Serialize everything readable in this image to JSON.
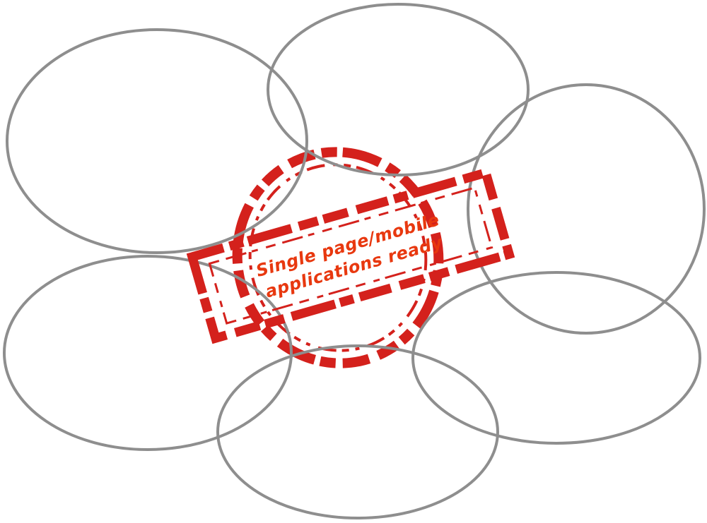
{
  "diagram": {
    "ellipses": [
      {
        "id": "ellipse-top-left"
      },
      {
        "id": "ellipse-top-center"
      },
      {
        "id": "ellipse-right"
      },
      {
        "id": "ellipse-bottom-left"
      },
      {
        "id": "ellipse-bottom-center"
      },
      {
        "id": "ellipse-bottom-right"
      }
    ],
    "stamp": {
      "line1": "Single page/mobile",
      "line2": "applications ready",
      "ink_color": "#d4211c",
      "text_color": "#e8380f"
    },
    "ring_color": "#8e8e8e"
  }
}
